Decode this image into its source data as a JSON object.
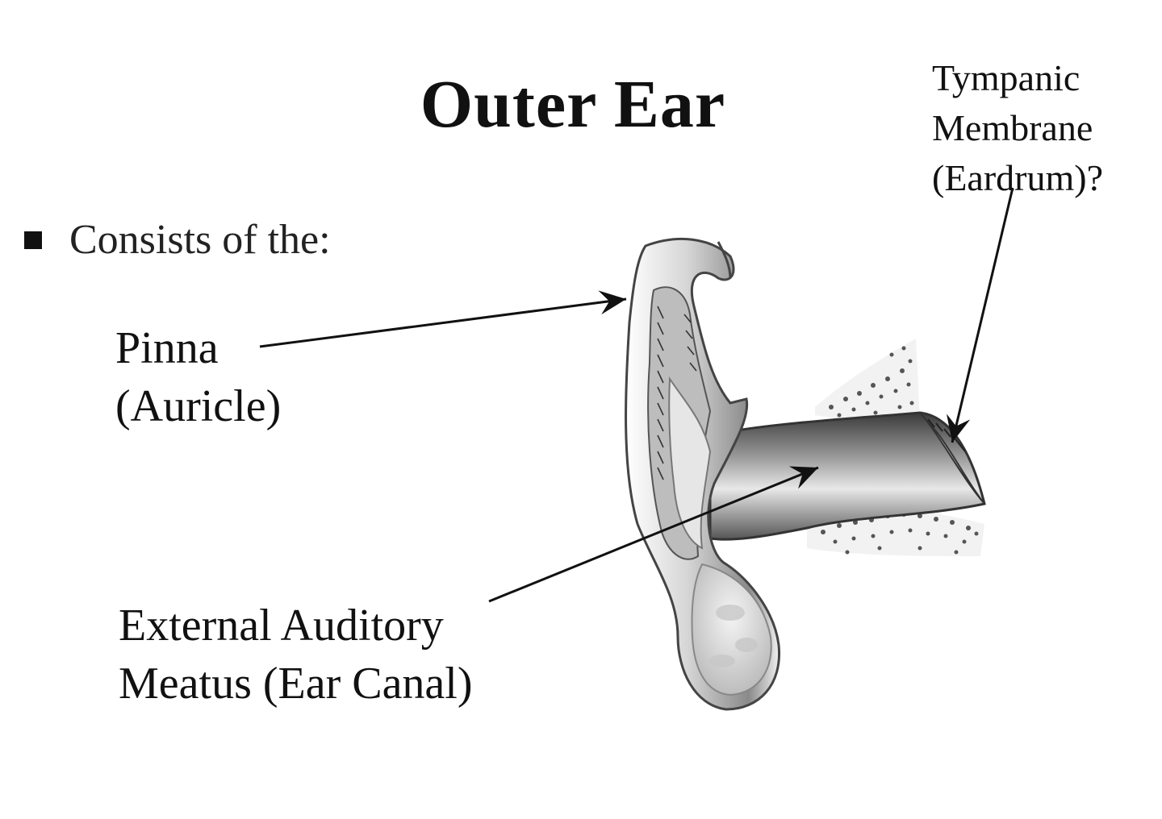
{
  "slide": {
    "title": "Outer Ear",
    "bullet": {
      "icon": "square-bullet-icon",
      "text": "Consists of the:"
    }
  },
  "labels": {
    "pinna": {
      "line1": "Pinna",
      "line2": "(Auricle)"
    },
    "ear_canal": {
      "line1": "External Auditory",
      "line2": "Meatus (Ear Canal)"
    },
    "tympanic": {
      "line1": "Tympanic",
      "line2": "Membrane",
      "line3": "(Eardrum)?"
    }
  },
  "colors": {
    "ink": "#111111",
    "background": "#ffffff"
  }
}
